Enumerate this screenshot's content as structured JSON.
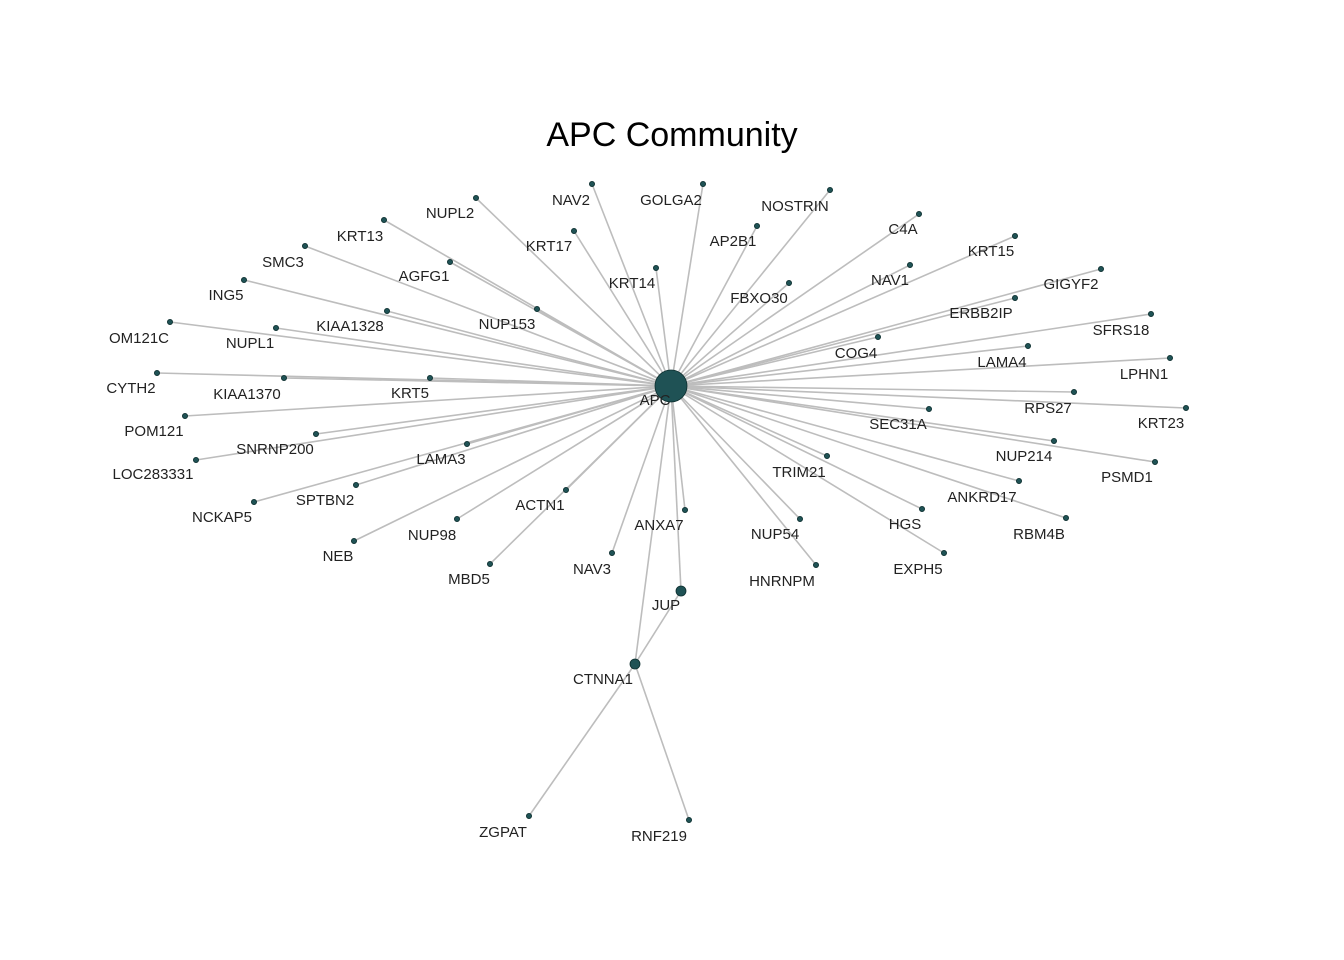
{
  "title": "APC Community",
  "colors": {
    "node_fill": "#1f5255",
    "edge": "#bdbdbd"
  },
  "nodes": [
    {
      "id": "APC",
      "size": "large"
    },
    {
      "id": "JUP",
      "size": "medium"
    },
    {
      "id": "CTNNA1",
      "size": "medium"
    },
    {
      "id": "NUPL2",
      "size": "small"
    },
    {
      "id": "NAV2",
      "size": "small"
    },
    {
      "id": "GOLGA2",
      "size": "small"
    },
    {
      "id": "NOSTRIN",
      "size": "small"
    },
    {
      "id": "KRT13",
      "size": "small"
    },
    {
      "id": "KRT17",
      "size": "small"
    },
    {
      "id": "AP2B1",
      "size": "small"
    },
    {
      "id": "C4A",
      "size": "small"
    },
    {
      "id": "SMC3",
      "size": "small"
    },
    {
      "id": "AGFG1",
      "size": "small"
    },
    {
      "id": "KRT14",
      "size": "small"
    },
    {
      "id": "KRT15",
      "size": "small"
    },
    {
      "id": "NAV1",
      "size": "small"
    },
    {
      "id": "ING5",
      "size": "small"
    },
    {
      "id": "FBXO30",
      "size": "small"
    },
    {
      "id": "GIGYF2",
      "size": "small"
    },
    {
      "id": "NUP153",
      "size": "small"
    },
    {
      "id": "ERBB2IP",
      "size": "small"
    },
    {
      "id": "KIAA1328",
      "size": "small"
    },
    {
      "id": "OM121C",
      "size": "small"
    },
    {
      "id": "SFRS18",
      "size": "small"
    },
    {
      "id": "NUPL1",
      "size": "small"
    },
    {
      "id": "COG4",
      "size": "small"
    },
    {
      "id": "LAMA4",
      "size": "small"
    },
    {
      "id": "CYTH2",
      "size": "small"
    },
    {
      "id": "LPHN1",
      "size": "small"
    },
    {
      "id": "KIAA1370",
      "size": "small"
    },
    {
      "id": "KRT5",
      "size": "small"
    },
    {
      "id": "RPS27",
      "size": "small"
    },
    {
      "id": "POM121",
      "size": "small"
    },
    {
      "id": "SEC31A",
      "size": "small"
    },
    {
      "id": "KRT23",
      "size": "small"
    },
    {
      "id": "SNRNP200",
      "size": "small"
    },
    {
      "id": "NUP214",
      "size": "small"
    },
    {
      "id": "LAMA3",
      "size": "small"
    },
    {
      "id": "LOC283331",
      "size": "small"
    },
    {
      "id": "TRIM21",
      "size": "small"
    },
    {
      "id": "PSMD1",
      "size": "small"
    },
    {
      "id": "SPTBN2",
      "size": "small"
    },
    {
      "id": "ANKRD17",
      "size": "small"
    },
    {
      "id": "NCKAP5",
      "size": "small"
    },
    {
      "id": "ACTN1",
      "size": "small"
    },
    {
      "id": "ANXA7",
      "size": "small"
    },
    {
      "id": "HGS",
      "size": "small"
    },
    {
      "id": "RBM4B",
      "size": "small"
    },
    {
      "id": "NUP98",
      "size": "small"
    },
    {
      "id": "NUP54",
      "size": "small"
    },
    {
      "id": "NEB",
      "size": "small"
    },
    {
      "id": "EXPH5",
      "size": "small"
    },
    {
      "id": "NAV3",
      "size": "small"
    },
    {
      "id": "MBD5",
      "size": "small"
    },
    {
      "id": "HNRNPM",
      "size": "small"
    },
    {
      "id": "ZGPAT",
      "size": "small"
    },
    {
      "id": "RNF219",
      "size": "small"
    }
  ],
  "edges": [
    [
      "APC",
      "NUPL2"
    ],
    [
      "APC",
      "NAV2"
    ],
    [
      "APC",
      "GOLGA2"
    ],
    [
      "APC",
      "NOSTRIN"
    ],
    [
      "APC",
      "KRT13"
    ],
    [
      "APC",
      "KRT17"
    ],
    [
      "APC",
      "AP2B1"
    ],
    [
      "APC",
      "C4A"
    ],
    [
      "APC",
      "SMC3"
    ],
    [
      "APC",
      "AGFG1"
    ],
    [
      "APC",
      "KRT14"
    ],
    [
      "APC",
      "KRT15"
    ],
    [
      "APC",
      "NAV1"
    ],
    [
      "APC",
      "ING5"
    ],
    [
      "APC",
      "FBXO30"
    ],
    [
      "APC",
      "GIGYF2"
    ],
    [
      "APC",
      "NUP153"
    ],
    [
      "APC",
      "ERBB2IP"
    ],
    [
      "APC",
      "KIAA1328"
    ],
    [
      "APC",
      "OM121C"
    ],
    [
      "APC",
      "SFRS18"
    ],
    [
      "APC",
      "NUPL1"
    ],
    [
      "APC",
      "COG4"
    ],
    [
      "APC",
      "LAMA4"
    ],
    [
      "APC",
      "CYTH2"
    ],
    [
      "APC",
      "LPHN1"
    ],
    [
      "APC",
      "KIAA1370"
    ],
    [
      "APC",
      "KRT5"
    ],
    [
      "APC",
      "RPS27"
    ],
    [
      "APC",
      "POM121"
    ],
    [
      "APC",
      "SEC31A"
    ],
    [
      "APC",
      "KRT23"
    ],
    [
      "APC",
      "SNRNP200"
    ],
    [
      "APC",
      "NUP214"
    ],
    [
      "APC",
      "LAMA3"
    ],
    [
      "APC",
      "LOC283331"
    ],
    [
      "APC",
      "TRIM21"
    ],
    [
      "APC",
      "PSMD1"
    ],
    [
      "APC",
      "SPTBN2"
    ],
    [
      "APC",
      "ANKRD17"
    ],
    [
      "APC",
      "NCKAP5"
    ],
    [
      "APC",
      "ACTN1"
    ],
    [
      "APC",
      "ANXA7"
    ],
    [
      "APC",
      "HGS"
    ],
    [
      "APC",
      "RBM4B"
    ],
    [
      "APC",
      "NUP98"
    ],
    [
      "APC",
      "NUP54"
    ],
    [
      "APC",
      "NEB"
    ],
    [
      "APC",
      "EXPH5"
    ],
    [
      "APC",
      "NAV3"
    ],
    [
      "APC",
      "MBD5"
    ],
    [
      "APC",
      "HNRNPM"
    ],
    [
      "APC",
      "JUP"
    ],
    [
      "APC",
      "CTNNA1"
    ],
    [
      "JUP",
      "CTNNA1"
    ],
    [
      "CTNNA1",
      "ZGPAT"
    ],
    [
      "CTNNA1",
      "RNF219"
    ]
  ]
}
